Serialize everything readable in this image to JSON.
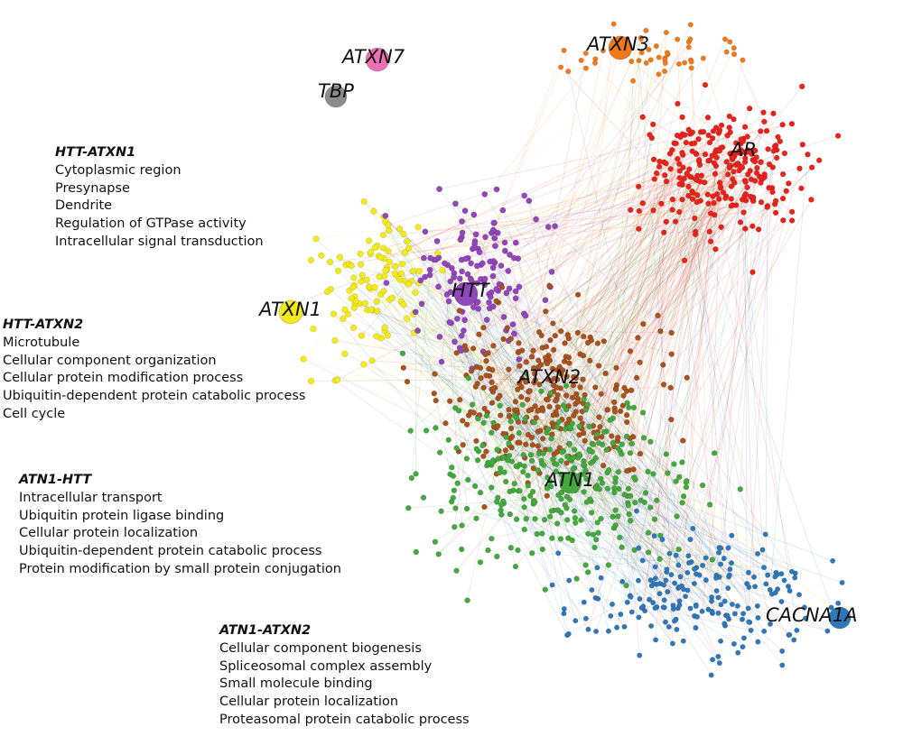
{
  "colors": {
    "AR": "#e8231c",
    "ATXN3": "#f07a1a",
    "ATXN7": "#ee6fb4",
    "TBP": "#8c8c8c",
    "HTT": "#9146b9",
    "ATXN1": "#f2ea1c",
    "ATXN2": "#a7521f",
    "ATN1": "#43a93f",
    "CACNA1A": "#2f77b9"
  },
  "hubs": [
    {
      "id": "ATXN7",
      "label": "ATXN7"
    },
    {
      "id": "TBP",
      "label": "TBP"
    },
    {
      "id": "ATXN3",
      "label": "ATXN3"
    },
    {
      "id": "AR",
      "label": "AR"
    },
    {
      "id": "HTT",
      "label": "HTT"
    },
    {
      "id": "ATXN1",
      "label": "ATXN1"
    },
    {
      "id": "ATXN2",
      "label": "ATXN2"
    },
    {
      "id": "ATN1",
      "label": "ATN1"
    },
    {
      "id": "CACNA1A",
      "label": "CACNA1A"
    }
  ],
  "annotations": [
    {
      "title": "HTT-ATXN1",
      "terms": [
        "Cytoplasmic region",
        "Presynapse",
        "Dendrite",
        "Regulation of GTPase activity",
        "Intracellular signal transduction"
      ]
    },
    {
      "title": "HTT-ATXN2",
      "terms": [
        "Microtubule",
        "Cellular component organization",
        "Cellular protein modification process",
        "Ubiquitin-dependent protein catabolic process",
        "Cell cycle"
      ]
    },
    {
      "title": "ATN1-HTT",
      "terms": [
        "Intracellular transport",
        "Ubiquitin protein ligase binding",
        "Cellular protein localization",
        "Ubiquitin-dependent protein catabolic process",
        "Protein modification by small protein conjugation"
      ]
    },
    {
      "title": "ATN1-ATXN2",
      "terms": [
        "Cellular component biogenesis",
        "Spliceosomal complex assembly",
        "Small molecule binding",
        "Cellular protein localization",
        "Proteasomal protein catabolic process"
      ]
    }
  ]
}
